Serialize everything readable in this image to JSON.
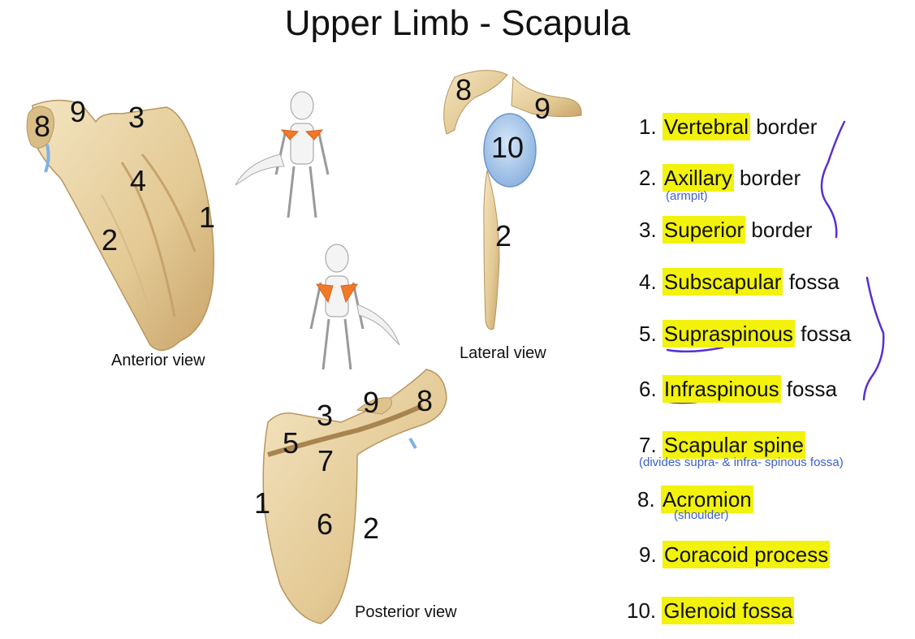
{
  "title": "Upper Limb - Scapula",
  "views": {
    "anterior": "Anterior view",
    "lateral": "Lateral view",
    "posterior": "Posterior view"
  },
  "markers": {
    "anterior": [
      "8",
      "9",
      "3",
      "4",
      "1",
      "2"
    ],
    "lateral": [
      "8",
      "9",
      "10",
      "2"
    ],
    "posterior": [
      "3",
      "9",
      "8",
      "5",
      "7",
      "1",
      "6",
      "2"
    ]
  },
  "legend": [
    {
      "num": "1.",
      "term": "Vertebral",
      "rest": " border"
    },
    {
      "num": "2.",
      "term": "Axillary",
      "rest": " border"
    },
    {
      "num": "3.",
      "term": "Superior",
      "rest": " border"
    },
    {
      "num": "4.",
      "term": "Subscapular",
      "rest": " fossa"
    },
    {
      "num": "5.",
      "term": "Supraspinous",
      "rest": " fossa"
    },
    {
      "num": "6.",
      "term": "Infraspinous",
      "rest": " fossa"
    },
    {
      "num": "7.",
      "term": "Scapular spine",
      "rest": ""
    },
    {
      "num": "8.",
      "term": "Acromion",
      "rest": ""
    },
    {
      "num": "9.",
      "term": "Coracoid process",
      "rest": ""
    },
    {
      "num": "10.",
      "term": "Glenoid fossa",
      "rest": ""
    }
  ],
  "notes": {
    "armpit": "(armpit)",
    "spine": "(divides supra- & infra- spinous fossa)",
    "shoulder": "(shoulder)"
  },
  "colors": {
    "highlight": "#f2f20c",
    "annotation": "#3b5fd0",
    "bracket": "#5a2fd0",
    "bone": "#e6cf9e",
    "glenoid": "#a9c8ec",
    "scapula_highlight": "#f07a28"
  }
}
